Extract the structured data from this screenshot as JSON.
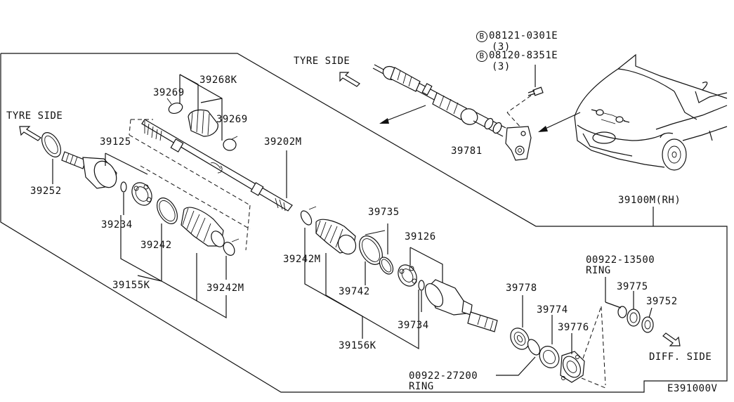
{
  "labels": {
    "tyre_side_top": "TYRE SIDE",
    "tyre_side_left": "TYRE SIDE",
    "bolt_1_circle": "B",
    "bolt_1_code": "08121-0301E",
    "bolt_1_qty": "(3)",
    "bolt_2_circle": "B",
    "bolt_2_code": "08120-8351E",
    "bolt_2_qty": "(3)",
    "p39268K": "39268K",
    "p39269_a": "39269",
    "p39269_b": "39269",
    "p39125": "39125",
    "p39202M": "39202M",
    "p39252": "39252",
    "p39234": "39234",
    "p39242": "39242",
    "p39155K": "39155K",
    "p39242M_a": "39242M",
    "p39242M_b": "39242M",
    "p39735": "39735",
    "p39126": "39126",
    "p39742": "39742",
    "p39734": "39734",
    "p39156K": "39156K",
    "p39781": "39781",
    "p39100M": "39100M(RH)",
    "ring_1_code": "00922-13500",
    "ring_1_word": "RING",
    "p39775": "39775",
    "p39752": "39752",
    "p39778": "39778",
    "p39774": "39774",
    "p39776": "39776",
    "diff_side": "DIFF. SIDE",
    "ring_2_code": "00922-27200",
    "ring_2_word": "RING",
    "diagram_code": "E391000V"
  }
}
